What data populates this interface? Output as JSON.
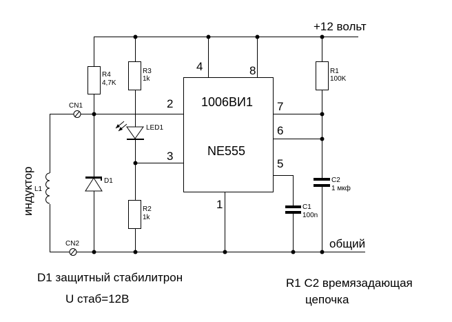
{
  "power": {
    "label": "+12 вольт"
  },
  "ground": {
    "label": "общий"
  },
  "inductor_label": "индуктор",
  "ic": {
    "name": "1006ВИ1",
    "part": "NE555",
    "pins": {
      "p1": "1",
      "p2": "2",
      "p3": "3",
      "p4": "4",
      "p5": "5",
      "p6": "6",
      "p7": "7",
      "p8": "8"
    }
  },
  "components": {
    "R1": {
      "ref": "R1",
      "value": "100K"
    },
    "R2": {
      "ref": "R2",
      "value": "1k"
    },
    "R3": {
      "ref": "R3",
      "value": "1k"
    },
    "R4": {
      "ref": "R4",
      "value": "4,7K"
    },
    "C1": {
      "ref": "C1",
      "value": "100n"
    },
    "C2": {
      "ref": "C2",
      "value": "1 мкф"
    },
    "D1": {
      "ref": "D1"
    },
    "LED1": {
      "ref": "LED1"
    },
    "L1": {
      "ref": "L1"
    },
    "CN1": {
      "ref": "CN1"
    },
    "CN2": {
      "ref": "CN2"
    }
  },
  "notes": {
    "d1_line1": "D1 защитный стабилитрон",
    "d1_line2": "U стаб=12В",
    "rc_line1": "R1 C2 времязадающая",
    "rc_line2": "цепочка"
  }
}
